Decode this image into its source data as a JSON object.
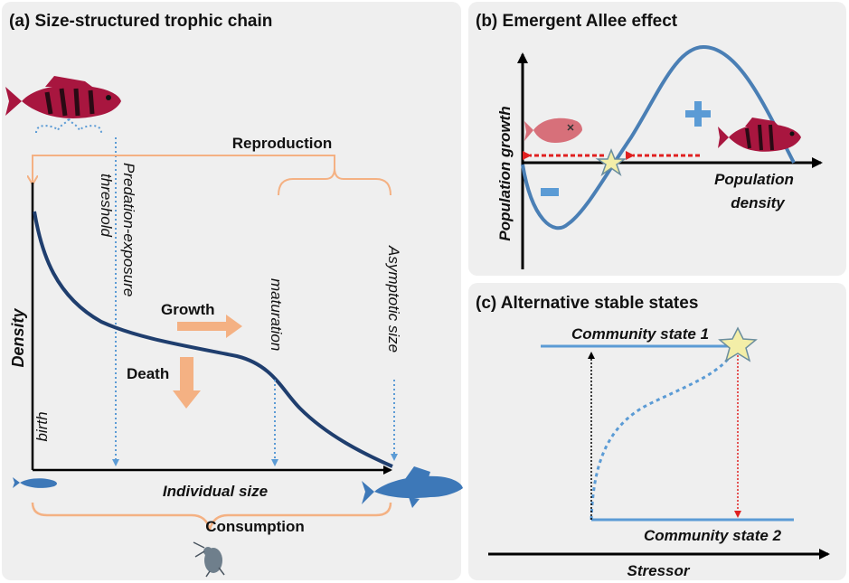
{
  "panels": {
    "a": {
      "title": "(a) Size-structured trophic chain",
      "labels": {
        "reproduction": "Reproduction",
        "predation_line1": "Predation-exposure",
        "predation_line2": "threshold",
        "density": "Density",
        "growth": "Growth",
        "death": "Death",
        "maturation": "maturation",
        "asymptotic": "Asymptotic size",
        "birth": "birth",
        "individual_size": "Individual size",
        "consumption": "Consumption"
      }
    },
    "b": {
      "title": "(b) Emergent Allee effect",
      "labels": {
        "population_growth": "Population growth",
        "population_density_1": "Population",
        "population_density_2": "density",
        "plus": "+",
        "minus": "−"
      }
    },
    "c": {
      "title": "(c) Alternative stable states",
      "labels": {
        "state1": "Community state 1",
        "state2": "Community state 2",
        "stressor": "Stressor"
      }
    }
  },
  "colors": {
    "panel_bg": "#efefef",
    "curve": "#1f3e6e",
    "orange": "#f4b183",
    "blue": "#5b9bd5",
    "red": "#e02020",
    "fish_red": "#a8163f",
    "fish_blue": "#3d78b8",
    "star": "#f3eea8"
  },
  "icons": [
    "red-fish-icon",
    "blue-fish-icon",
    "zooplankton-icon",
    "dead-fish-icon",
    "star-icon"
  ]
}
